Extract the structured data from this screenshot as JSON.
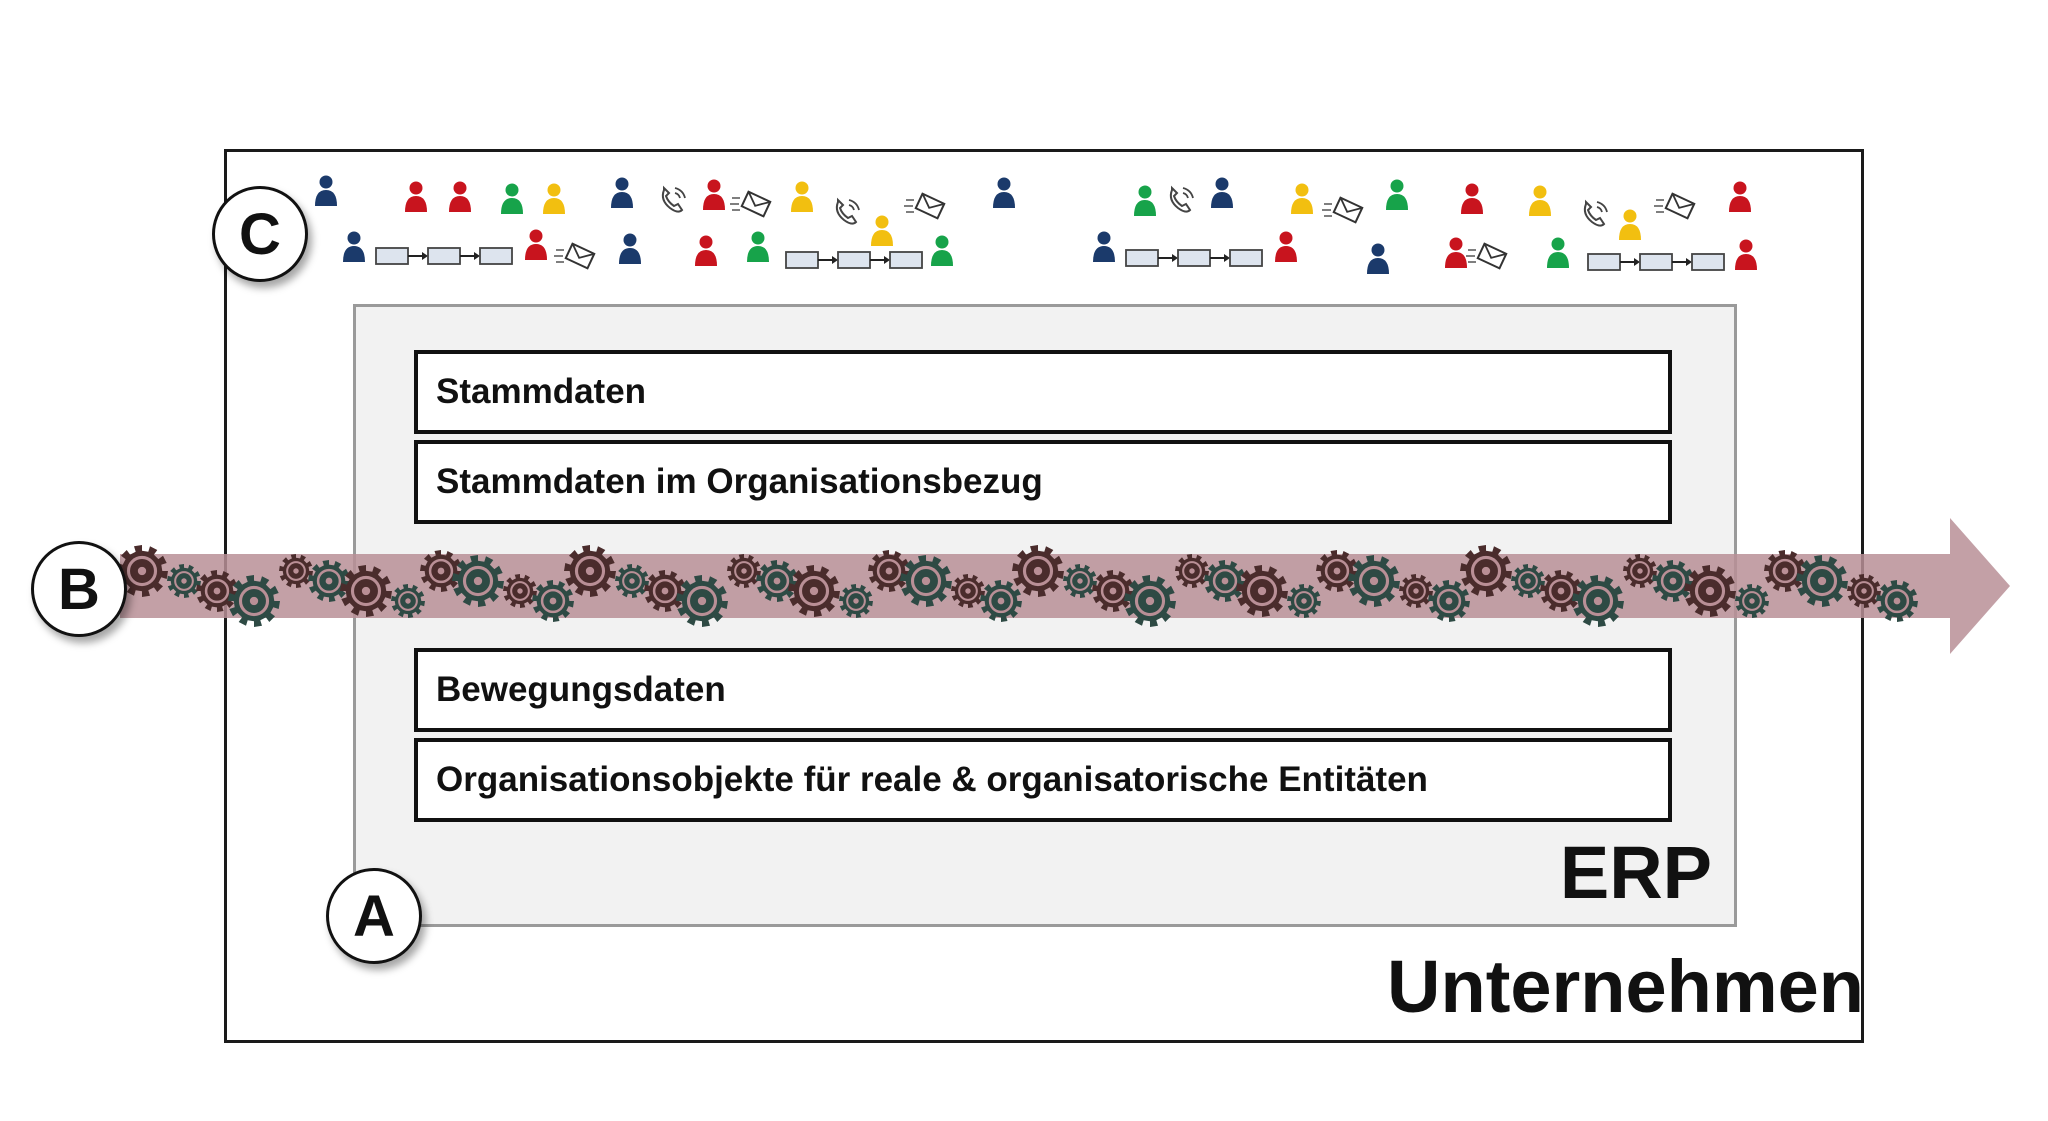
{
  "diagram": {
    "company_label": "Unternehmen",
    "erp_label": "ERP",
    "boxes": [
      {
        "label": "Stammdaten"
      },
      {
        "label": "Stammdaten im Organisationsbezug"
      },
      {
        "label": "Bewegungsdaten"
      },
      {
        "label": "Organisationsobjekte für reale & organisatorische Entitäten"
      }
    ],
    "markers": {
      "a": "A",
      "b": "B",
      "c": "C"
    }
  },
  "colors": {
    "arrow": "#b98f96",
    "gear_dark": "#4a2c2c",
    "gear_green": "#2e4a44",
    "person_navy": "#1b3a6b",
    "person_red": "#c8141e",
    "person_green": "#17a34a",
    "person_yellow": "#f2bf10",
    "process_box": "#dde4ee"
  },
  "icons": {
    "actor": "person-icon",
    "phone": "phone-icon",
    "mail": "mail-icon",
    "process": "process-chain-icon",
    "gear": "gear-icon"
  }
}
